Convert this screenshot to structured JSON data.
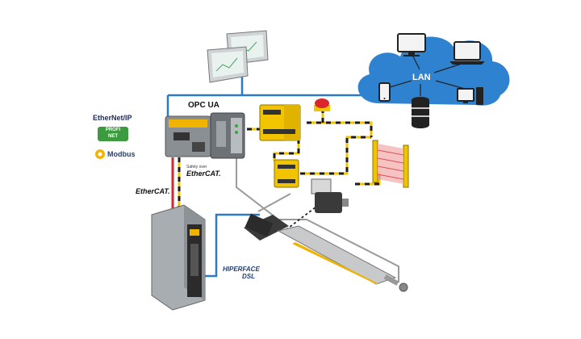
{
  "cloud": {
    "label": "LAN"
  },
  "protocols": {
    "ethernet_ip": "EtherNet/IP",
    "profinet_top": "PROFI",
    "profinet_bottom": "NET",
    "modbus": "Modbus"
  },
  "opc_ua": "OPC UA",
  "safety_ethercat": {
    "small": "Safety over",
    "main": "EtherCAT."
  },
  "ethercat_drive": "EtherCAT.",
  "hiperface": {
    "top": "HIPERFACE",
    "bottom": "DSL"
  },
  "colors": {
    "lan_blue": "#2b7bc6",
    "cloud_blue": "#2f82cf",
    "ethercat_red": "#d9262b",
    "safety_yellow": "#f2c400",
    "safety_black": "#1a1a1a",
    "encoder_grey": "#9a9a9a"
  }
}
